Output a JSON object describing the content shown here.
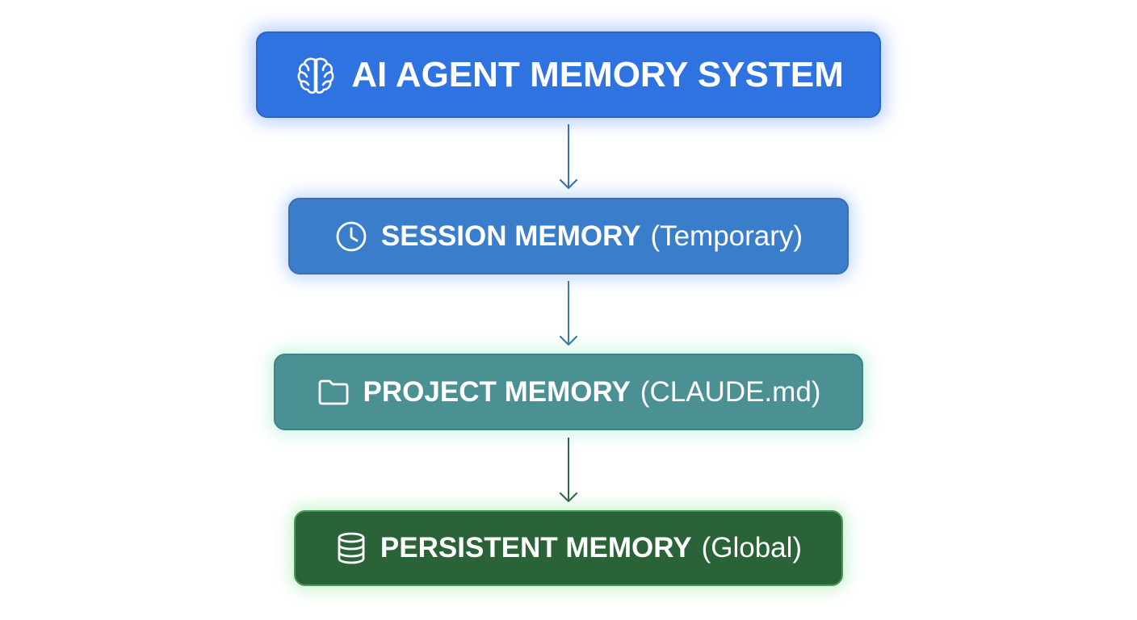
{
  "diagram": {
    "nodes": [
      {
        "id": "agent",
        "title": "AI AGENT MEMORY SYSTEM",
        "subtitle": "",
        "icon": "brain-icon",
        "color": "#2e73df"
      },
      {
        "id": "session",
        "title": "SESSION MEMORY",
        "subtitle": "(Temporary)",
        "icon": "clock-icon",
        "color": "#3a7ecb"
      },
      {
        "id": "project",
        "title": "PROJECT MEMORY",
        "subtitle": "(CLAUDE.md)",
        "icon": "folder-icon",
        "color": "#4b9193"
      },
      {
        "id": "persistent",
        "title": "PERSISTENT MEMORY",
        "subtitle": "(Global)",
        "icon": "database-icon",
        "color": "#2a6338"
      }
    ],
    "edges": [
      {
        "from": "agent",
        "to": "session",
        "color": "#3a6fb0"
      },
      {
        "from": "session",
        "to": "project",
        "color": "#3b7a9a"
      },
      {
        "from": "project",
        "to": "persistent",
        "color": "#2e6a43"
      }
    ]
  }
}
